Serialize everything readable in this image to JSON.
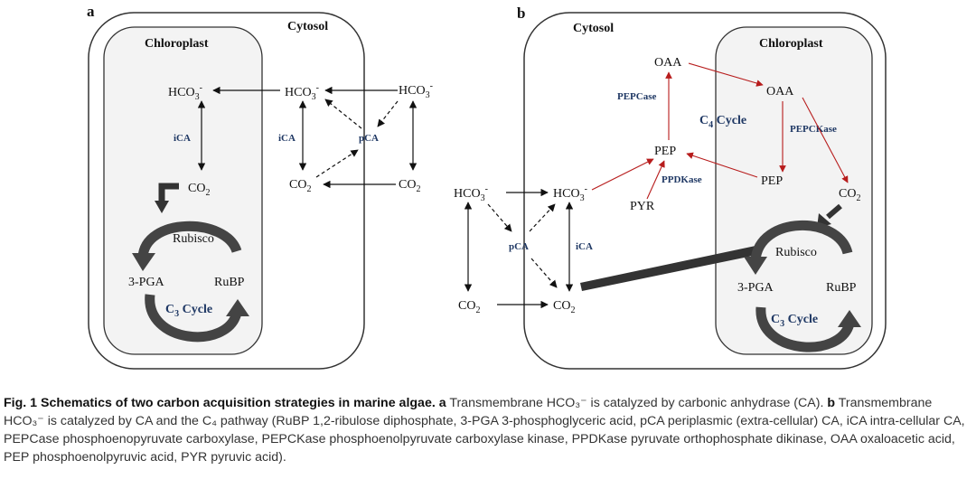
{
  "panel_a": {
    "letter": "a",
    "cytosol": "Cytosol",
    "chloroplast": "Chloroplast",
    "hco3": "HCO",
    "co2": "CO",
    "ica": "iCA",
    "pca": "pCA",
    "rubisco": "Rubisco",
    "pga": "3-PGA",
    "rubp": "RuBP",
    "cycle": "Cycle",
    "cycle_prefix": "C",
    "cycle_sub": "3"
  },
  "panel_b": {
    "letter": "b",
    "cytosol": "Cytosol",
    "chloroplast": "Chloroplast",
    "oaa": "OAA",
    "pep": "PEP",
    "pyr": "PYR",
    "hco3": "HCO",
    "co2": "CO",
    "pepcase": "PEPCase",
    "pepckase": "PEPCKase",
    "ppdkase": "PPDKase",
    "pca": "pCA",
    "ica": "iCA",
    "c4_prefix": "C",
    "c4_sub": "4",
    "c4_cycle": "Cycle",
    "rubisco": "Rubisco",
    "pga": "3-PGA",
    "rubp": "RuBP",
    "c3_prefix": "C",
    "c3_sub": "3",
    "c3_cycle": "Cycle"
  },
  "caption": {
    "head": "Fig. 1 Schematics of two carbon acquisition strategies in marine algae.",
    "a_letter": "a",
    "a_text": "Transmembrane HCO₃⁻ is catalyzed by carbonic anhydrase (CA).",
    "b_letter": "b",
    "b_text": "Transmembrane HCO₃⁻ is catalyzed by CA and the C₄ pathway (RuBP 1,2-ribulose diphosphate, 3-PGA 3-phosphoglyceric acid, pCA periplasmic (extra-cellular) CA, iCA intra-cellular CA, PEPCase phosphoenopyruvate carboxylase, PEPCKase phosphoenolpyruvate carboxylase kinase, PPDKase pyruvate orthophosphate dikinase, OAA oxaloacetic acid, PEP phosphoenolpyruvic acid, PYR pyruvic acid)."
  },
  "colors": {
    "black_arrow": "#111111",
    "red_arrow": "#b71c1c",
    "enzyme_text": "#1f3864",
    "cycle_arrow": "#444444",
    "chloroplast_fill": "#f3f3f3"
  }
}
